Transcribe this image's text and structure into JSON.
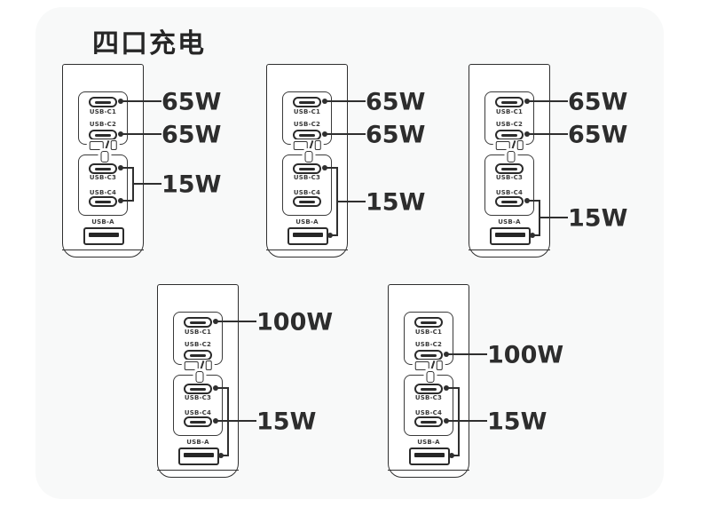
{
  "title": "四口充电",
  "colors": {
    "page_bg": "#ffffff",
    "card_bg": "#f8f9f9",
    "line": "#2f2f2f",
    "text": "#2d2d2d"
  },
  "chargers": [
    {
      "name": "charger-1",
      "ports": {
        "c1": "USB-C1",
        "c2": "USB-C2",
        "c3": "USB-C3",
        "c4": "USB-C4",
        "a": "USB-A"
      },
      "callouts": [
        {
          "label": "65W",
          "targets": [
            "USB-C1"
          ]
        },
        {
          "label": "65W",
          "targets": [
            "USB-C2"
          ]
        },
        {
          "label": "15W",
          "targets": [
            "USB-C3",
            "USB-C4"
          ]
        }
      ]
    },
    {
      "name": "charger-2",
      "ports": {
        "c1": "USB-C1",
        "c2": "USB-C2",
        "c3": "USB-C3",
        "c4": "USB-C4",
        "a": "USB-A"
      },
      "callouts": [
        {
          "label": "65W",
          "targets": [
            "USB-C1"
          ]
        },
        {
          "label": "65W",
          "targets": [
            "USB-C2"
          ]
        },
        {
          "label": "15W",
          "targets": [
            "USB-C3",
            "USB-A"
          ]
        }
      ]
    },
    {
      "name": "charger-3",
      "ports": {
        "c1": "USB-C1",
        "c2": "USB-C2",
        "c3": "USB-C3",
        "c4": "USB-C4",
        "a": "USB-A"
      },
      "callouts": [
        {
          "label": "65W",
          "targets": [
            "USB-C1"
          ]
        },
        {
          "label": "65W",
          "targets": [
            "USB-C2"
          ]
        },
        {
          "label": "15W",
          "targets": [
            "USB-C4",
            "USB-A"
          ]
        }
      ]
    },
    {
      "name": "charger-4",
      "ports": {
        "c1": "USB-C1",
        "c2": "USB-C2",
        "c3": "USB-C3",
        "c4": "USB-C4",
        "a": "USB-A"
      },
      "callouts": [
        {
          "label": "100W",
          "targets": [
            "USB-C1"
          ]
        },
        {
          "label": "15W",
          "targets": [
            "USB-C3",
            "USB-C4",
            "USB-A"
          ]
        }
      ]
    },
    {
      "name": "charger-5",
      "ports": {
        "c1": "USB-C1",
        "c2": "USB-C2",
        "c3": "USB-C3",
        "c4": "USB-C4",
        "a": "USB-A"
      },
      "callouts": [
        {
          "label": "100W",
          "targets": [
            "USB-C2"
          ]
        },
        {
          "label": "15W",
          "targets": [
            "USB-C3",
            "USB-C4",
            "USB-A"
          ]
        }
      ]
    }
  ]
}
